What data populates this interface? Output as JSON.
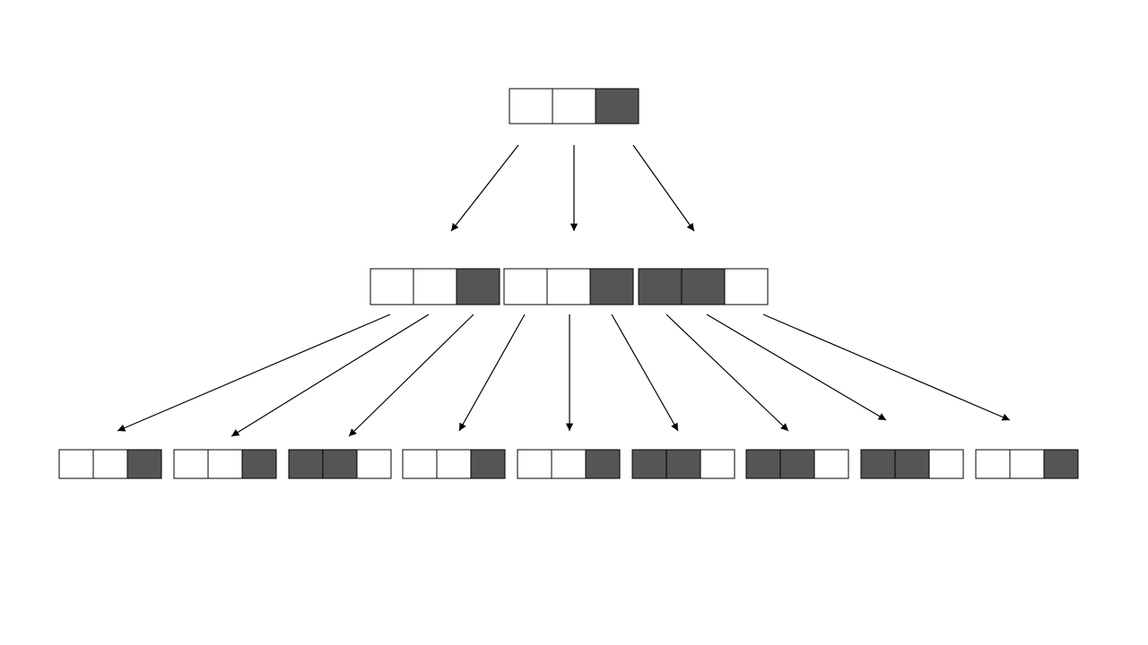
{
  "colors": {
    "background": "#ffffff",
    "filled_cell": "#555555",
    "empty_cell": "#ffffff",
    "stroke": "#000000"
  },
  "diagram": {
    "levels": [
      {
        "level": 0,
        "blocks": [
          {
            "cells": [
              0,
              0,
              1
            ]
          }
        ]
      },
      {
        "level": 1,
        "blocks": [
          {
            "cells": [
              0,
              0,
              1
            ]
          },
          {
            "cells": [
              0,
              0,
              1
            ]
          },
          {
            "cells": [
              1,
              1,
              0
            ]
          }
        ]
      },
      {
        "level": 2,
        "blocks": [
          {
            "cells": [
              0,
              0,
              1
            ]
          },
          {
            "cells": [
              0,
              0,
              1
            ]
          },
          {
            "cells": [
              1,
              1,
              0
            ]
          },
          {
            "cells": [
              0,
              0,
              1
            ]
          },
          {
            "cells": [
              0,
              0,
              1
            ]
          },
          {
            "cells": [
              1,
              1,
              0
            ]
          },
          {
            "cells": [
              1,
              1,
              0
            ]
          },
          {
            "cells": [
              1,
              1,
              0
            ]
          },
          {
            "cells": [
              0,
              0,
              1
            ]
          }
        ]
      }
    ]
  }
}
